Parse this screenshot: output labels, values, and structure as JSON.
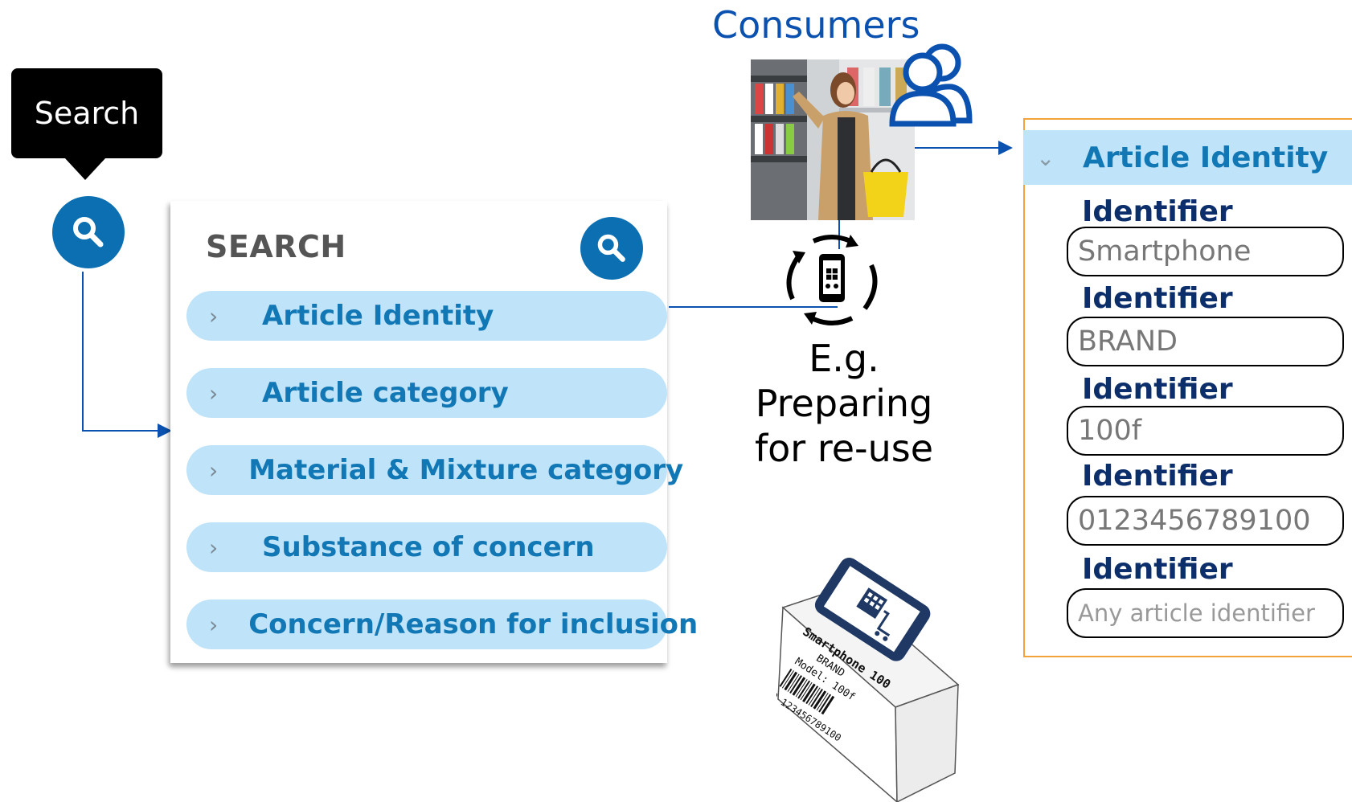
{
  "tooltip": {
    "text": "Search"
  },
  "search_panel": {
    "title": "SEARCH",
    "items": [
      {
        "label": "Article Identity"
      },
      {
        "label": "Article category"
      },
      {
        "label": "Material & Mixture category"
      },
      {
        "label": "Substance of concern"
      },
      {
        "label": "Concern/Reason for inclusion"
      }
    ]
  },
  "consumers": {
    "title": "Consumers"
  },
  "example": {
    "line1": "E.g.",
    "line2": "Preparing",
    "line3": "for re-use"
  },
  "product_box": {
    "line1": "Smartphone 100",
    "line2": "BRAND",
    "line3": "Model: 100f",
    "line4": "EAN: 0 123456789100"
  },
  "article_identity_panel": {
    "header": "Article Identity",
    "fields": [
      {
        "label": "Identifier",
        "value": "Smartphone",
        "placeholder": ""
      },
      {
        "label": "Identifier",
        "value": "BRAND",
        "placeholder": ""
      },
      {
        "label": "Identifier",
        "value": "100f",
        "placeholder": ""
      },
      {
        "label": "Identifier",
        "value": "0123456789100",
        "placeholder": ""
      },
      {
        "label": "Identifier",
        "value": "",
        "placeholder": "Any article identifier"
      }
    ]
  },
  "colors": {
    "accent_blue": "#0b6fb2",
    "link_blue": "#1178b5",
    "row_bg": "#bfe3f8",
    "connector": "#0b52b0",
    "panel_border": "#f2a33a"
  }
}
